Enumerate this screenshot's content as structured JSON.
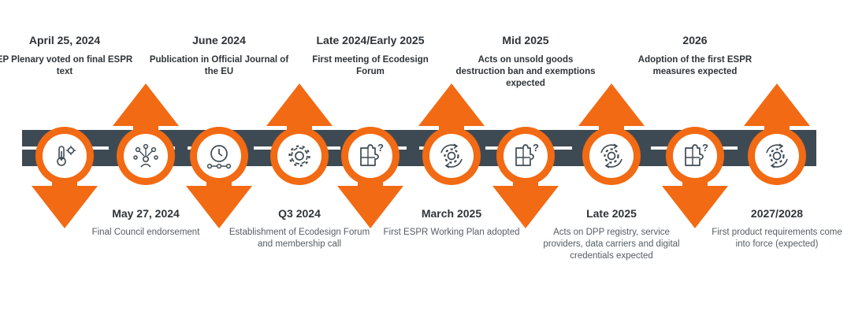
{
  "colors": {
    "accent": "#f26a13",
    "road": "#3e4a53",
    "text": "#2f3438"
  },
  "milestones": [
    {
      "date": "April 25, 2024",
      "text": "EP Plenary voted on final ESPR text",
      "position": "top",
      "icon": "thermometer-gear-icon"
    },
    {
      "date": "May 27, 2024",
      "text": "Final Council endorsement",
      "position": "bottom",
      "icon": "network-people-icon"
    },
    {
      "date": "June 2024",
      "text": "Publication in Official Journal of the EU",
      "position": "top",
      "icon": "clock-timeline-icon"
    },
    {
      "date": "Q3 2024",
      "text": "Establishment of Ecodesign Forum and membership call",
      "position": "bottom",
      "icon": "gear-icon"
    },
    {
      "date": "Late 2024/Early 2025",
      "text": "First meeting of Ecodesign Forum",
      "position": "top",
      "icon": "puzzle-question-icon"
    },
    {
      "date": "March 2025",
      "text": "First ESPR Working Plan adopted",
      "position": "bottom",
      "icon": "gear-cycle-icon"
    },
    {
      "date": "Mid 2025",
      "text": "Acts on unsold goods destruction ban and exemptions expected",
      "position": "top",
      "icon": "puzzle-question-icon"
    },
    {
      "date": "Late 2025",
      "text": "Acts on DPP registry, service providers, data carriers and digital credentials expected",
      "position": "bottom",
      "icon": "gear-cycle-icon"
    },
    {
      "date": "2026",
      "text": "Adoption of the first ESPR measures expected",
      "position": "top",
      "icon": "puzzle-question-icon"
    },
    {
      "date": "2027/2028",
      "text": "First product requirements come into force (expected)",
      "position": "bottom",
      "icon": "gear-cycle-icon"
    }
  ]
}
